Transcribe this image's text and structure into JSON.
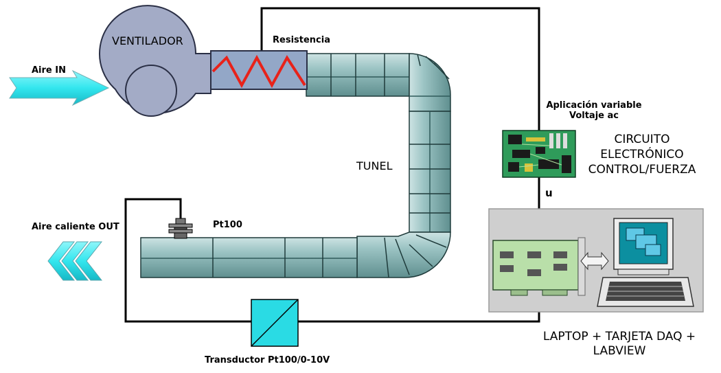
{
  "labels": {
    "fan": "VENTILADOR",
    "heater": "Resistencia",
    "air_in": "Aire IN",
    "air_out": "Aire caliente OUT",
    "tunnel": "TUNEL",
    "sensor": "Pt100",
    "transducer": "Transductor Pt100/0-10V",
    "ac_line1": "Aplicación variable",
    "ac_line2": "Voltaje ac",
    "circuit_line1": "CIRCUITO",
    "circuit_line2": "ELECTRÓNICO",
    "circuit_line3": "CONTROL/FUERZA",
    "signal_u": "u",
    "laptop_line1": "LAPTOP + TARJETA DAQ +",
    "laptop_line2": "LABVIEW"
  },
  "colors": {
    "duct_fill": "#8fb8b8",
    "duct_band": "#6f9c9c",
    "fan_fill": "#a3abc6",
    "heater_fill": "#93a7c7",
    "heater_coil": "#e8221a",
    "arrow_cyan": "#33e6ee",
    "transducer": "#2adbe4",
    "pcb": "#2f9b5a",
    "panel": "#cfcfcf",
    "screen": "#0c8fa0"
  }
}
